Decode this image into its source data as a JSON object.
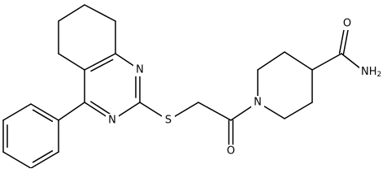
{
  "structure": {
    "colors": {
      "bond": "#000000",
      "label": "#000000",
      "background": "#ffffff"
    },
    "atoms": {
      "n_top": "N",
      "n_bottom": "N",
      "s_thioether": "S",
      "o_carbonyl": "O",
      "n_piperidine": "N",
      "amide_o": "O",
      "amide_n": "NH",
      "amide_n_sub": "2"
    }
  }
}
